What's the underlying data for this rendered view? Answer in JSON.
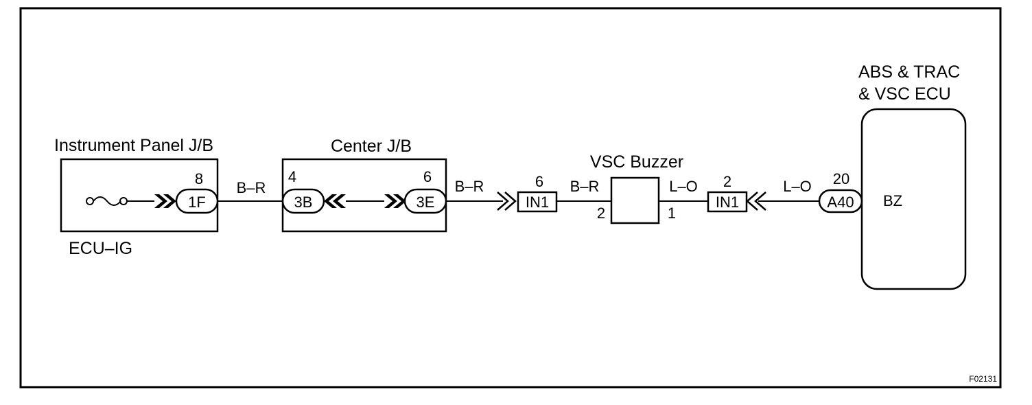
{
  "components": {
    "instrument_panel_jb": {
      "label": "Instrument Panel J/B",
      "fuse_label": "ECU–IG",
      "pin": "8",
      "connector": "1F"
    },
    "center_jb": {
      "label": "Center J/B",
      "in_pin": "4",
      "in_connector": "3B",
      "out_pin": "6",
      "out_connector": "3E"
    },
    "vsc_buzzer": {
      "label": "VSC Buzzer",
      "pin_in": "2",
      "pin_out": "1"
    },
    "in1_left": {
      "connector": "IN1",
      "pin": "6"
    },
    "in1_right": {
      "connector": "IN1",
      "pin": "2"
    },
    "ecu": {
      "label_line1": "ABS & TRAC",
      "label_line2": "& VSC ECU",
      "pin": "20",
      "connector": "A40",
      "terminal": "BZ"
    }
  },
  "wires": {
    "w1": "B–R",
    "w2": "B–R",
    "w3": "B–R",
    "w4": "L–O",
    "w5": "L–O"
  },
  "figure_code": "F02131"
}
